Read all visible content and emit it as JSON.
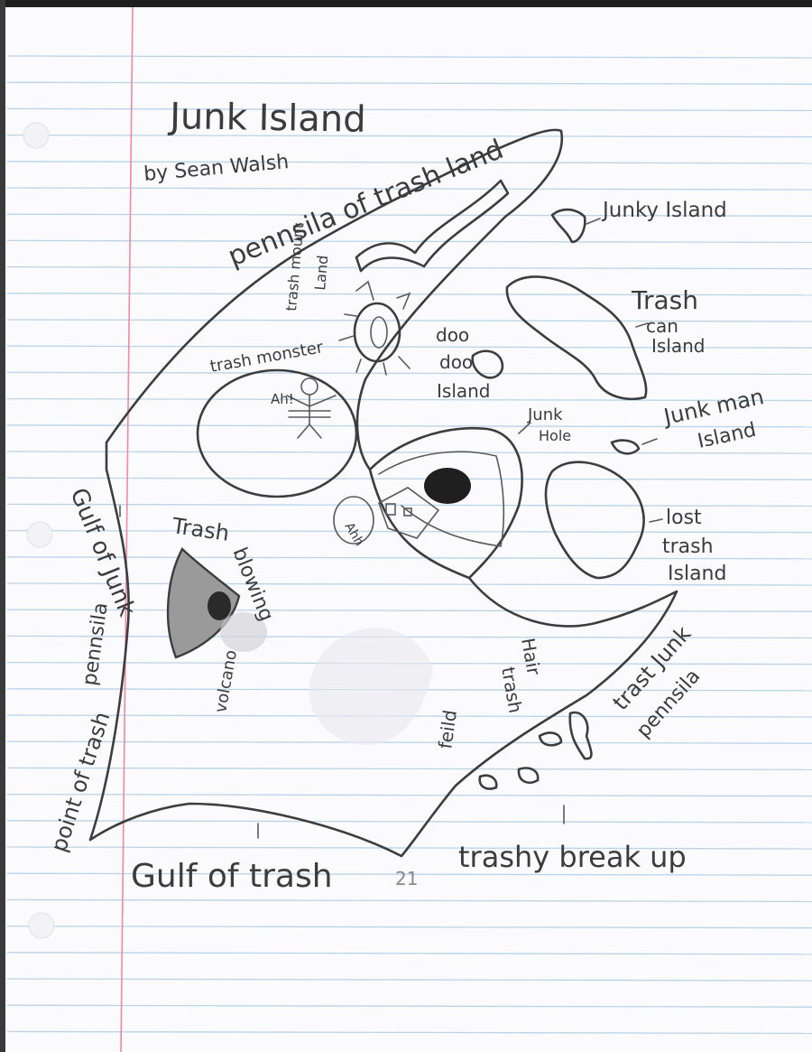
{
  "map": {
    "title": "Junk Island",
    "author": "by Sean Walsh",
    "labels": {
      "pennsila_trash_land": "pennsila of trash land",
      "junky_island": "Junky Island",
      "trash_can_island_1": "Trash",
      "trash_can_island_2": "can",
      "trash_can_island_3": "Island",
      "trash_mount": "trash mount",
      "land": "Land",
      "trash_monster": "trash monster",
      "ah": "Ah!",
      "doo_doo_1": "doo",
      "doo_doo_2": "doo",
      "doo_doo_3": "Island",
      "junk_hole_1": "Junk",
      "junk_hole_2": "Hole",
      "junk_man_1": "Junk man",
      "junk_man_2": "Island",
      "lost_1": "lost",
      "lost_2": "trash",
      "lost_3": "Island",
      "ahh": "Ahh",
      "trash_blowing_1": "Trash",
      "trash_blowing_2": "blowing",
      "volcano": "volcano",
      "gulf_of_junk": "Gulf of Junk",
      "pennsila": "pennsila",
      "point_of_trash": "point of trash",
      "hair_trash_feild_1": "Hair",
      "hair_trash_feild_2": "trash",
      "hair_trash_feild_3": "feild",
      "trast_junk_1": "trast Junk",
      "trast_junk_2": "pennsila",
      "trashy_break_up": "trashy break up",
      "gulf_of_trash": "Gulf of trash",
      "twenty_one": "21"
    }
  },
  "colors": {
    "paper": "#fbfbfd",
    "rule_line": "#b9d3ea",
    "margin_line": "#f08a9c",
    "pencil": "#3d3d3d"
  }
}
